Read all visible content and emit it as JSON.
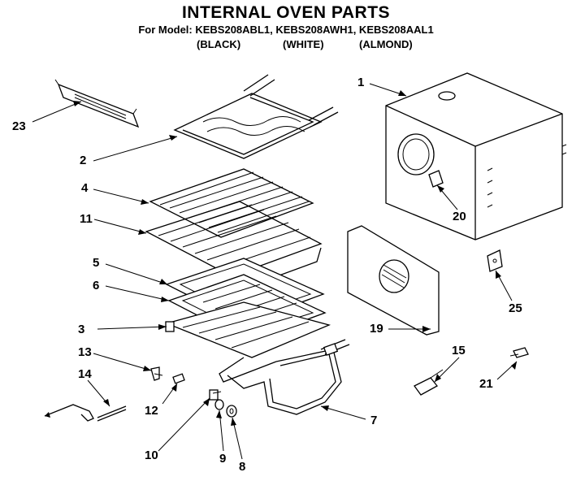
{
  "header": {
    "title": "INTERNAL OVEN PARTS",
    "subtitle": "For Model: KEBS208ABL1, KEBS208AWH1, KEBS208AAL1",
    "variants": [
      "(BLACK)",
      "(WHITE)",
      "(ALMOND)"
    ]
  },
  "callouts": {
    "c1": "1",
    "c2": "2",
    "c3": "3",
    "c4": "4",
    "c5": "5",
    "c6": "6",
    "c7": "7",
    "c8": "8",
    "c9": "9",
    "c10": "10",
    "c11": "11",
    "c12": "12",
    "c13": "13",
    "c14": "14",
    "c15": "15",
    "c19": "19",
    "c20": "20",
    "c21": "21",
    "c23": "23",
    "c25": "25"
  },
  "style": {
    "ink": "#000000",
    "paper": "#ffffff"
  }
}
